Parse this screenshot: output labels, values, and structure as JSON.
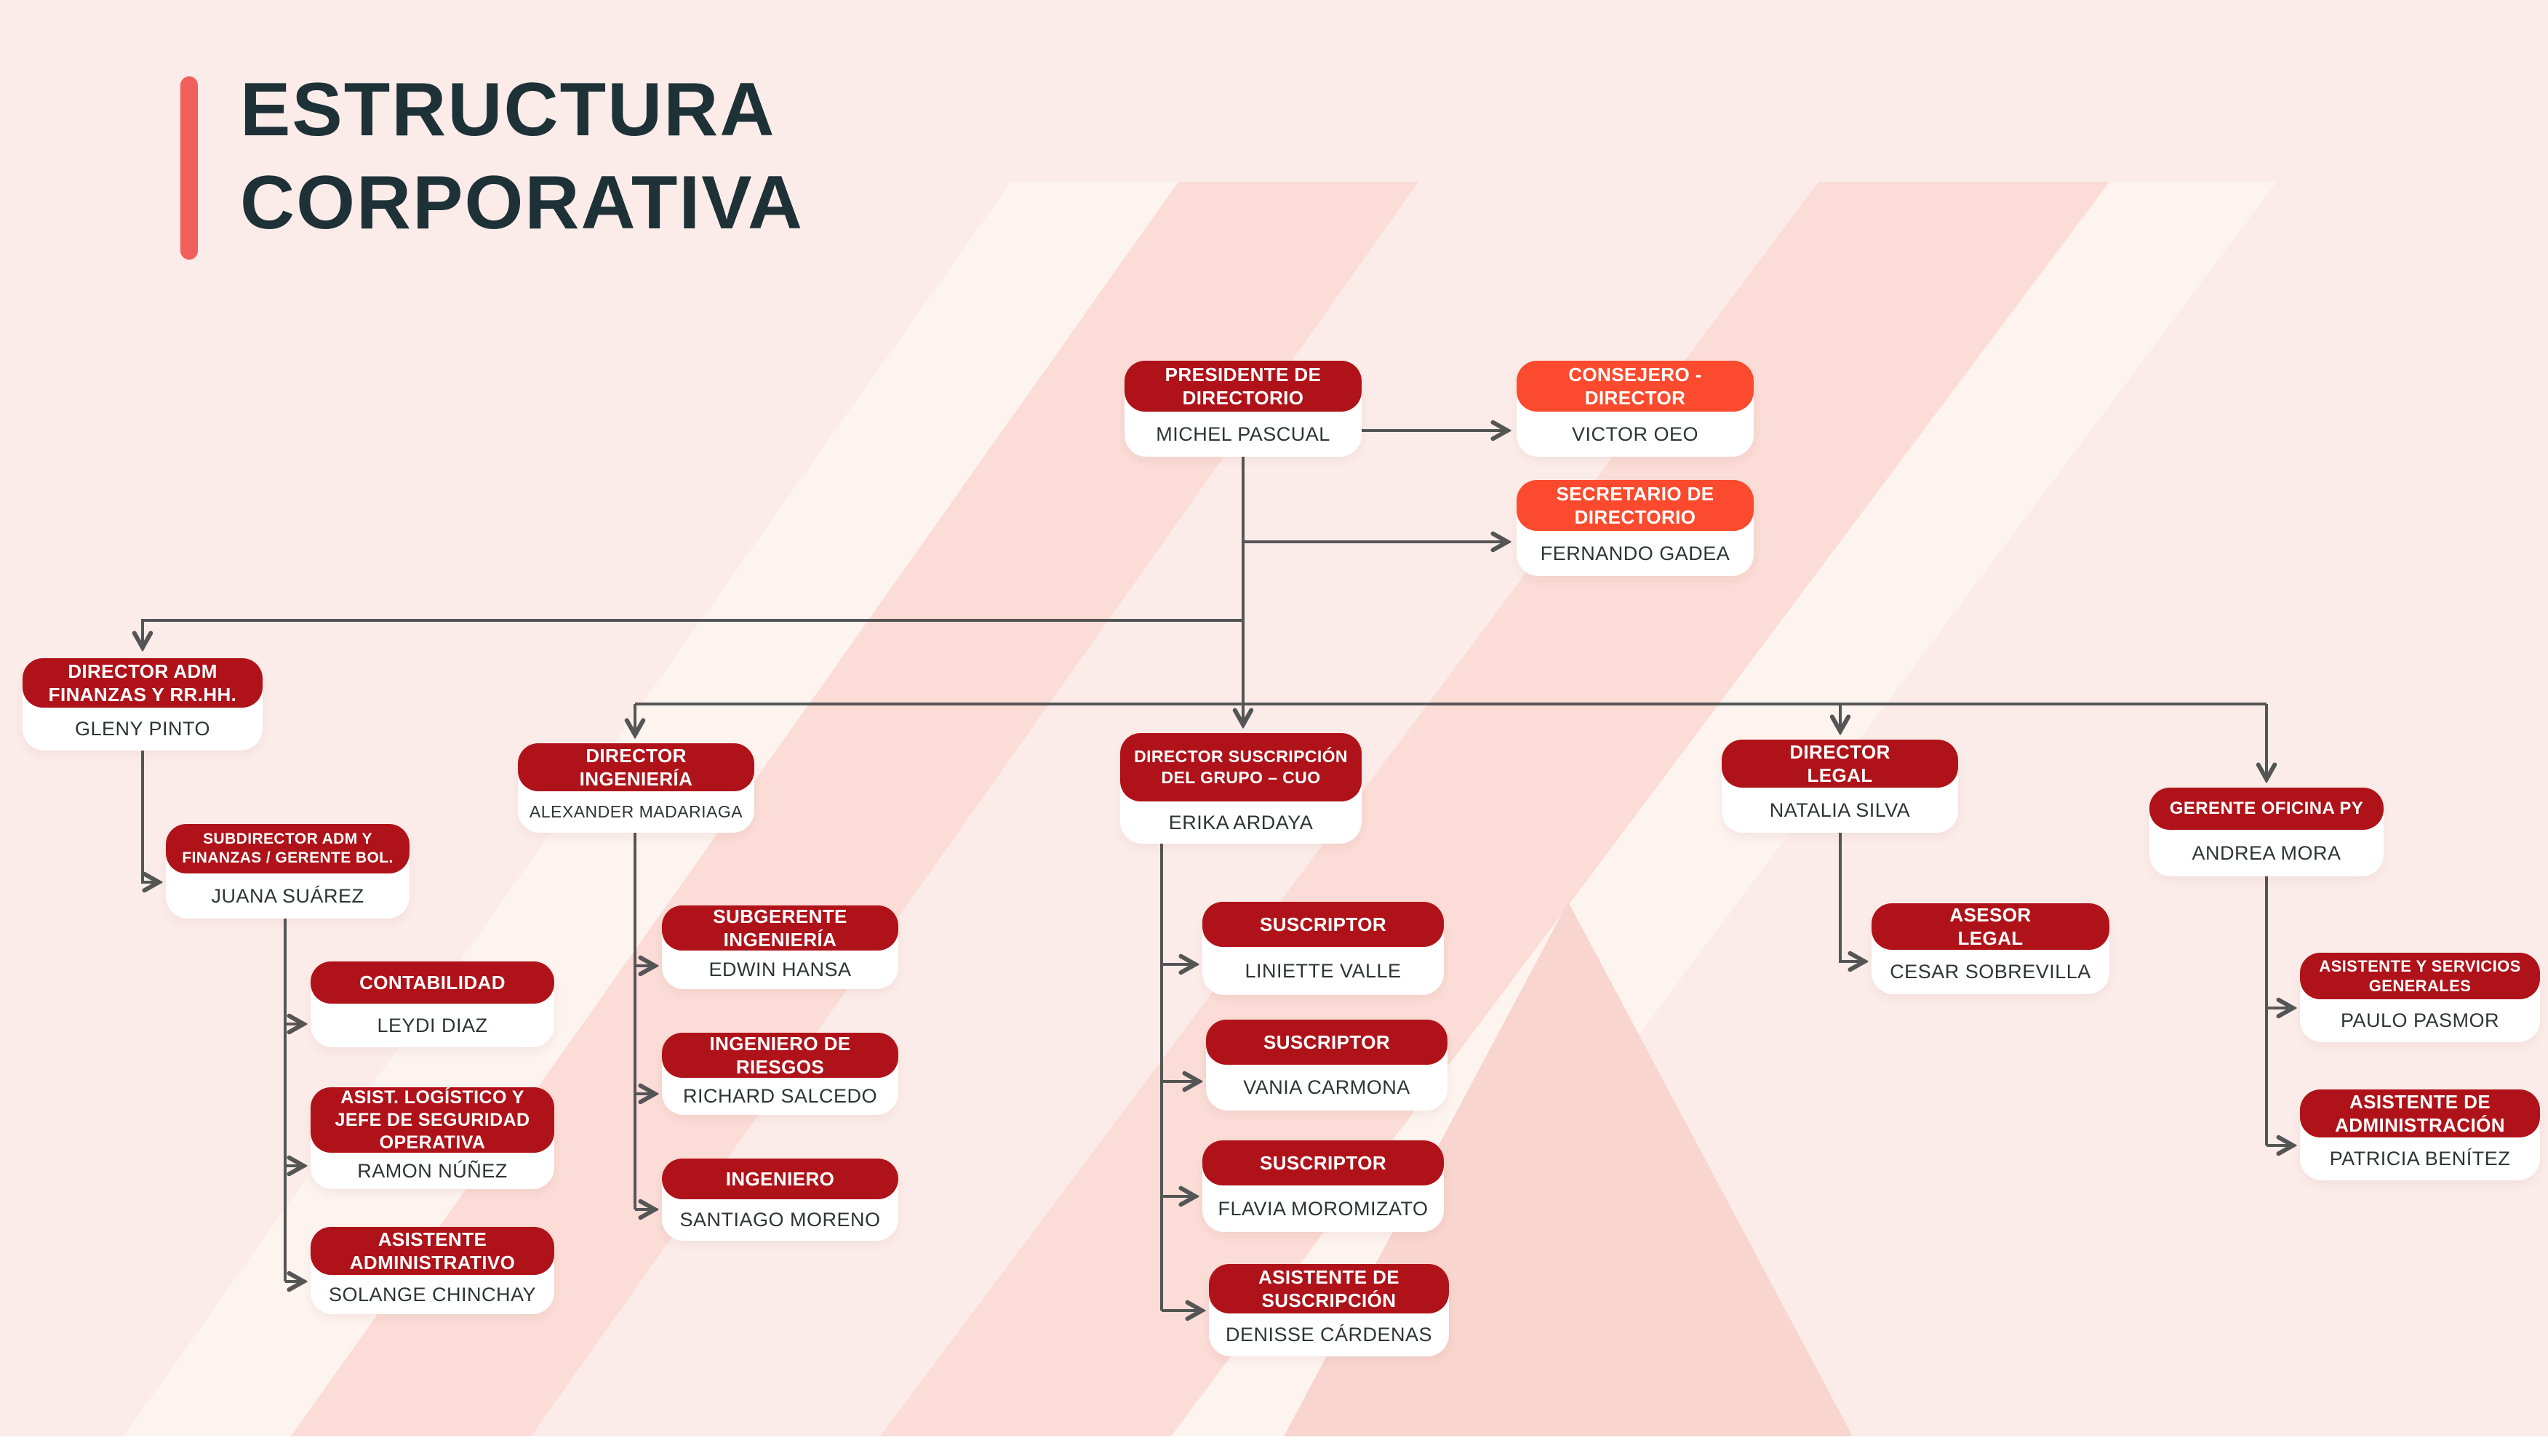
{
  "title": {
    "text": "ESTRUCTURA\nCORPORATIVA"
  },
  "colors": {
    "background": "#fbece9",
    "pill_red": "#b01219",
    "pill_orange": "#fb4a2e",
    "title_text": "#1d3136",
    "accent_bar": "#f15f5a",
    "connector": "#555555",
    "watermark_dark": "#fbdcd6",
    "watermark_light": "#fdf3ef"
  },
  "nodes": {
    "presidente": {
      "title": "PRESIDENTE DE\nDIRECTORIO",
      "name": "MICHEL PASCUAL"
    },
    "consejero": {
      "title": "CONSEJERO -\nDIRECTOR",
      "name": "VICTOR OEO"
    },
    "secretario": {
      "title": "SECRETARIO DE\nDIRECTORIO",
      "name": "FERNANDO GADEA"
    },
    "dir_adm": {
      "title": "DIRECTOR ADM\nFINANZAS Y RR.HH.",
      "name": "GLENY PINTO"
    },
    "subdirector": {
      "title": "SUBDIRECTOR ADM Y\nFINANZAS / GERENTE BOL.",
      "name": "JUANA SUÁREZ"
    },
    "contabilidad": {
      "title": "CONTABILIDAD",
      "name": "LEYDI DIAZ"
    },
    "asist_logistico": {
      "title": "ASIST. LOGÍSTICO Y\nJEFE DE SEGURIDAD\nOPERATIVA",
      "name": "RAMON NÚÑEZ"
    },
    "asistente_admin": {
      "title": "ASISTENTE\nADMINISTRATIVO",
      "name": "SOLANGE CHINCHAY"
    },
    "dir_ingenieria": {
      "title": "DIRECTOR\nINGENIERÍA",
      "name": "ALEXANDER MADARIAGA"
    },
    "subgerente": {
      "title": "SUBGERENTE\nINGENIERÍA",
      "name": "EDWIN HANSA"
    },
    "ing_riesgos": {
      "title": "INGENIERO DE\nRIESGOS",
      "name": "RICHARD SALCEDO"
    },
    "ingeniero": {
      "title": "INGENIERO",
      "name": "SANTIAGO MORENO"
    },
    "dir_suscripcion": {
      "title": "DIRECTOR SUSCRIPCIÓN\nDEL GRUPO – CUO",
      "name": "ERIKA ARDAYA"
    },
    "suscriptor1": {
      "title": "SUSCRIPTOR",
      "name": "LINIETTE VALLE"
    },
    "suscriptor2": {
      "title": "SUSCRIPTOR",
      "name": "VANIA CARMONA"
    },
    "suscriptor3": {
      "title": "SUSCRIPTOR",
      "name": "FLAVIA MOROMIZATO"
    },
    "asist_suscripcion": {
      "title": "ASISTENTE DE\nSUSCRIPCIÓN",
      "name": "DENISSE CÁRDENAS"
    },
    "dir_legal": {
      "title": "DIRECTOR\nLEGAL",
      "name": "NATALIA SILVA"
    },
    "asesor_legal": {
      "title": "ASESOR\nLEGAL",
      "name": "CESAR SOBREVILLA"
    },
    "gerente_py": {
      "title": "GERENTE OFICINA PY",
      "name": "ANDREA MORA"
    },
    "asist_servicios": {
      "title": "ASISTENTE Y SERVICIOS\nGENERALES",
      "name": "PAULO PASMOR"
    },
    "asist_admin_py": {
      "title": "ASISTENTE DE\nADMINISTRACIÓN",
      "name": "PATRICIA BENÍTEZ"
    }
  }
}
